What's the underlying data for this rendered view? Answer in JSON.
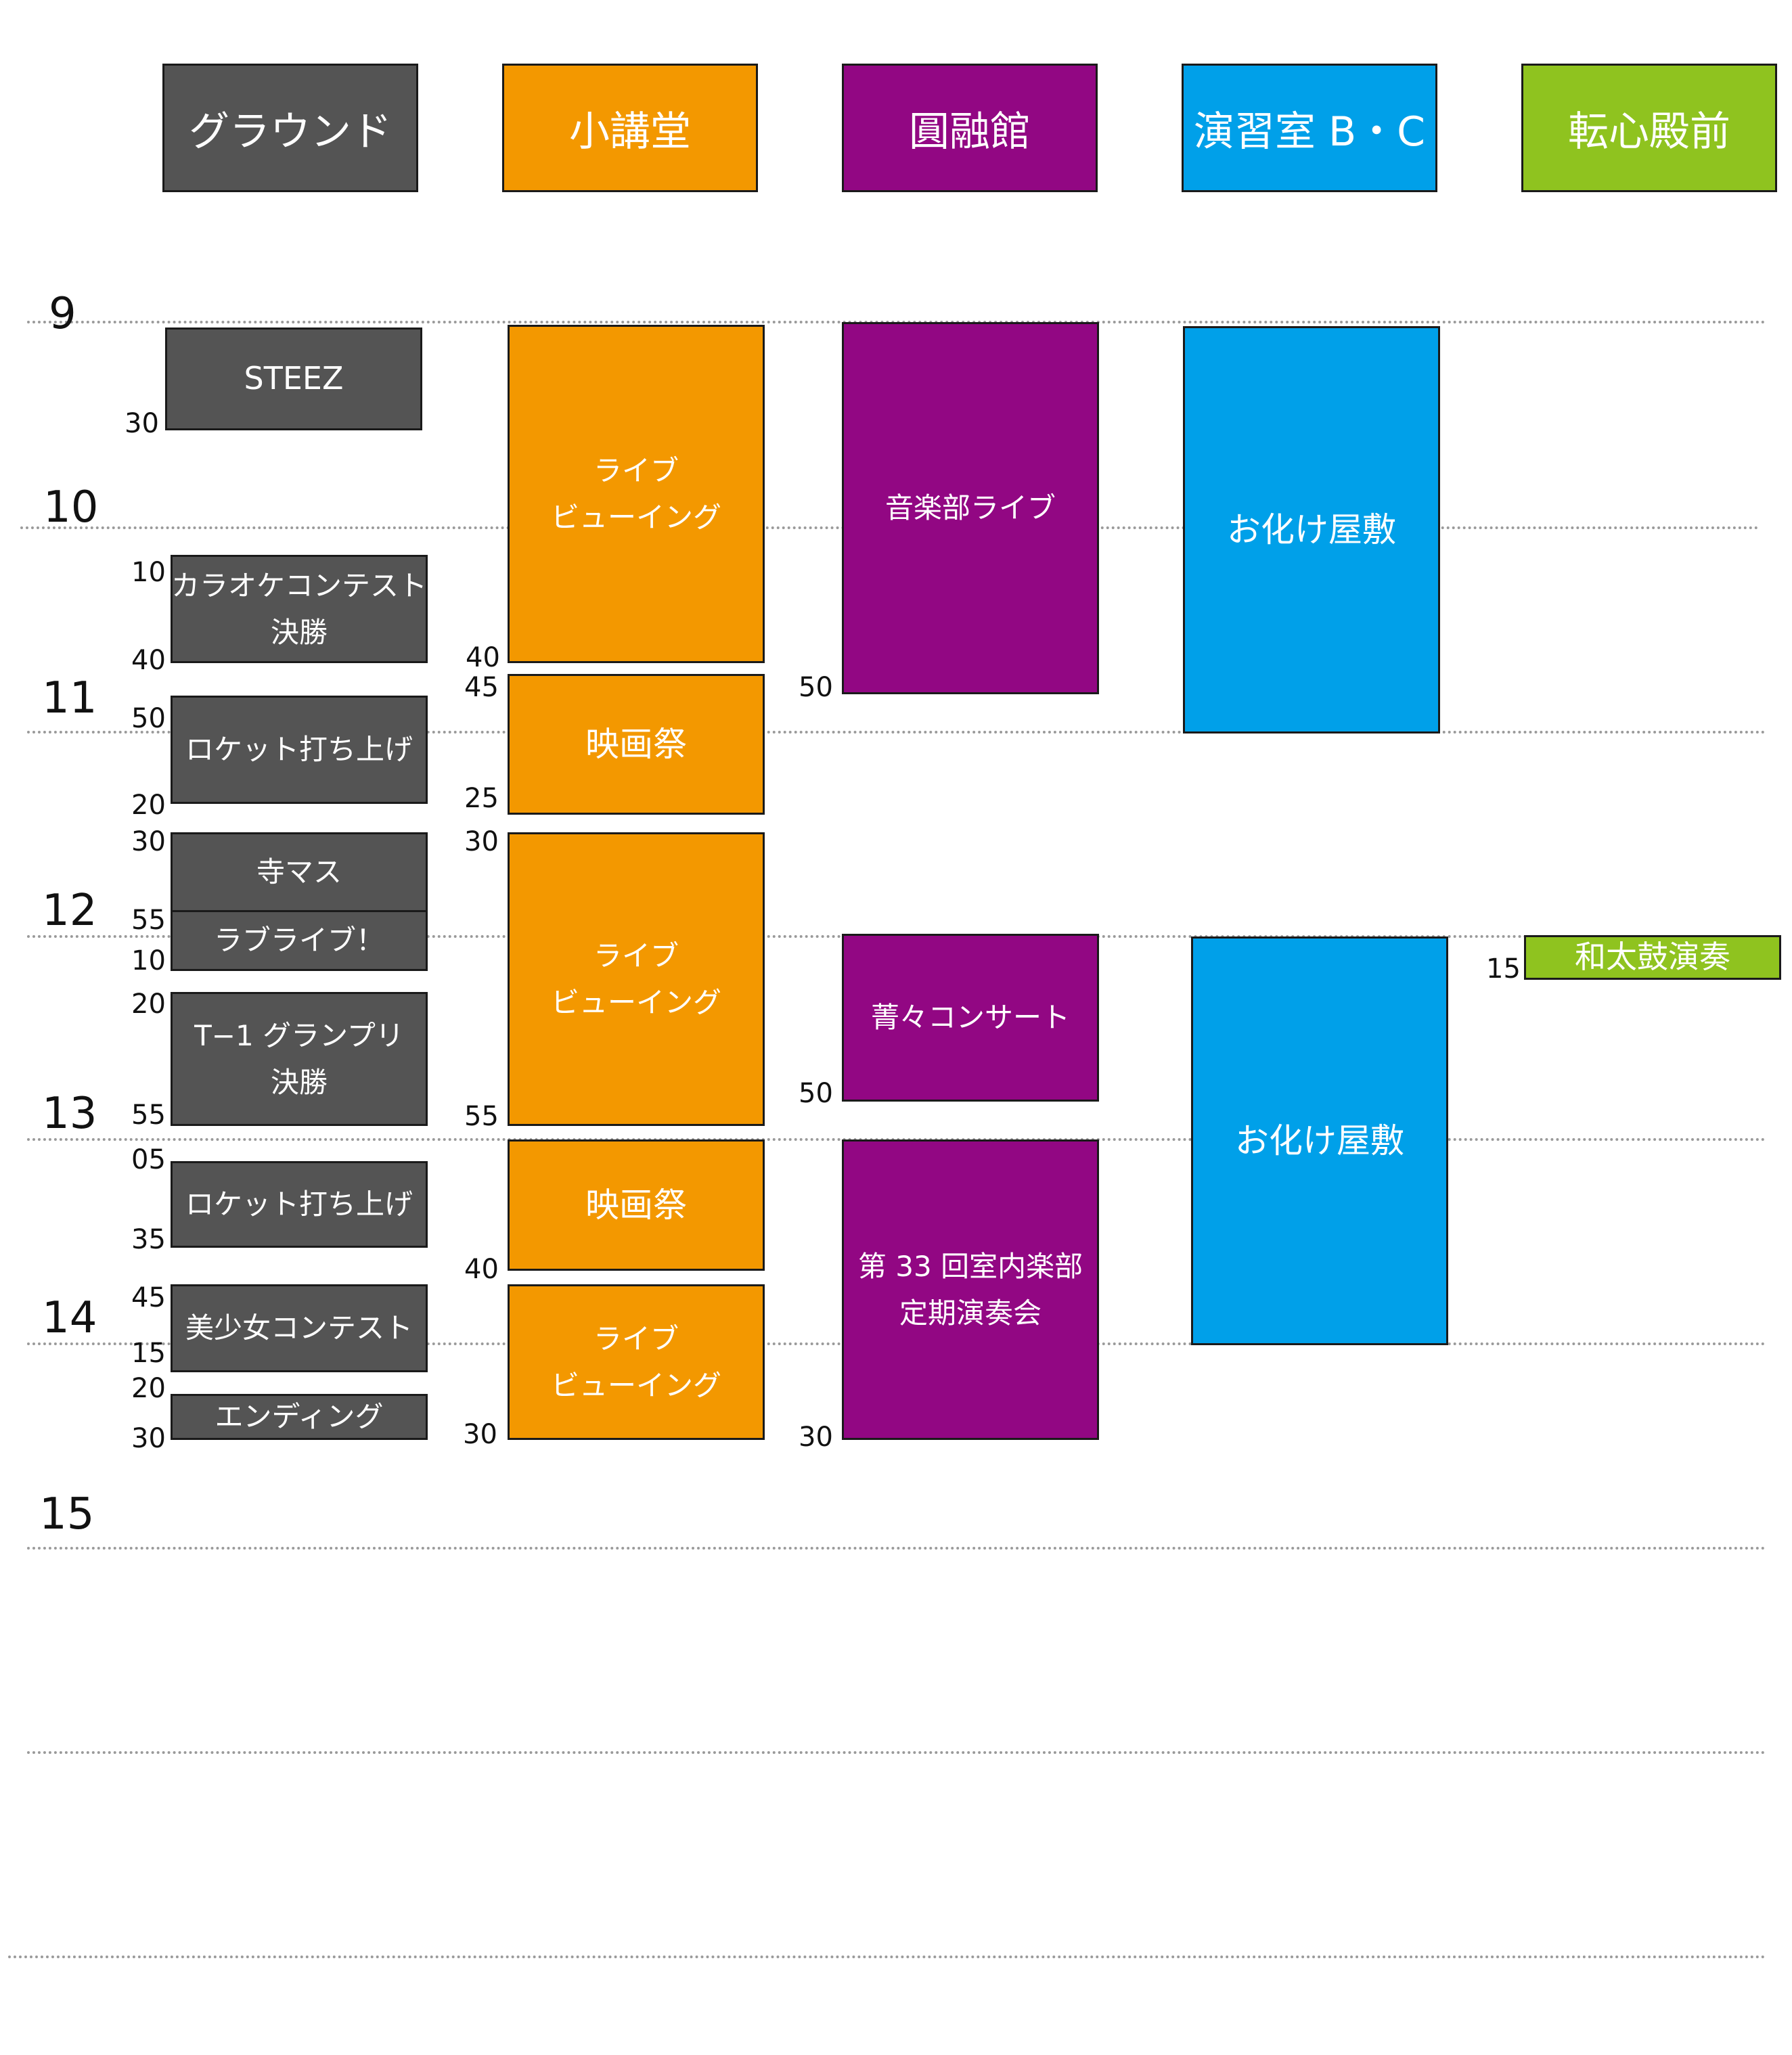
{
  "venues": [
    {
      "name": "グラウンド",
      "color": "#545454"
    },
    {
      "name": "小講堂",
      "color": "#f39800"
    },
    {
      "name": "圓融館",
      "color": "#920783"
    },
    {
      "name": "演習室 B・C",
      "color": "#00a0e9"
    },
    {
      "name": "転心殿前",
      "color": "#8fc31f"
    }
  ],
  "hours": [
    "9",
    "10",
    "11",
    "12",
    "13",
    "14",
    "15"
  ],
  "events": {
    "ground": [
      {
        "lines": [
          "STEEZ"
        ],
        "start": "",
        "end": "30"
      },
      {
        "lines": [
          "カラオケコンテスト",
          "決勝"
        ],
        "start": "10",
        "end": "40"
      },
      {
        "lines": [
          "ロケット打ち上げ"
        ],
        "start": "50",
        "end": "20"
      },
      {
        "lines": [
          "寺マス"
        ],
        "start": "30",
        "end": "55"
      },
      {
        "lines": [
          "ラブライブ！"
        ],
        "start": "",
        "end": "10"
      },
      {
        "lines": [
          "T−1 グランプリ",
          "決勝"
        ],
        "start": "20",
        "end": "55"
      },
      {
        "lines": [
          "ロケット打ち上げ"
        ],
        "start": "05",
        "end": "35"
      },
      {
        "lines": [
          "美少女コンテスト"
        ],
        "start": "45",
        "end": "15"
      },
      {
        "lines": [
          "エンディング"
        ],
        "start": "20",
        "end": "30"
      }
    ],
    "koudou": [
      {
        "lines": [
          "ライブ",
          "ビューイング"
        ],
        "start": "",
        "end": "40"
      },
      {
        "lines": [
          "映画祭"
        ],
        "start": "45",
        "end": "25"
      },
      {
        "lines": [
          "ライブ",
          "ビューイング"
        ],
        "start": "30",
        "end": "55"
      },
      {
        "lines": [
          "映画祭"
        ],
        "start": "",
        "end": "40"
      },
      {
        "lines": [
          "ライブ",
          "ビューイング"
        ],
        "start": "",
        "end": "30"
      }
    ],
    "enyu": [
      {
        "lines": [
          "音楽部ライブ"
        ],
        "start": "",
        "end": "50"
      },
      {
        "lines": [
          "菁々コンサート"
        ],
        "start": "",
        "end": "50"
      },
      {
        "lines": [
          "第 33 回室内楽部",
          "定期演奏会"
        ],
        "start": "",
        "end": "30"
      }
    ],
    "ensyu": [
      {
        "lines": [
          "お化け屋敷"
        ]
      },
      {
        "lines": [
          "お化け屋敷"
        ]
      }
    ],
    "tenshin": [
      {
        "lines": [
          "和太鼓演奏"
        ],
        "start": "15"
      }
    ]
  }
}
